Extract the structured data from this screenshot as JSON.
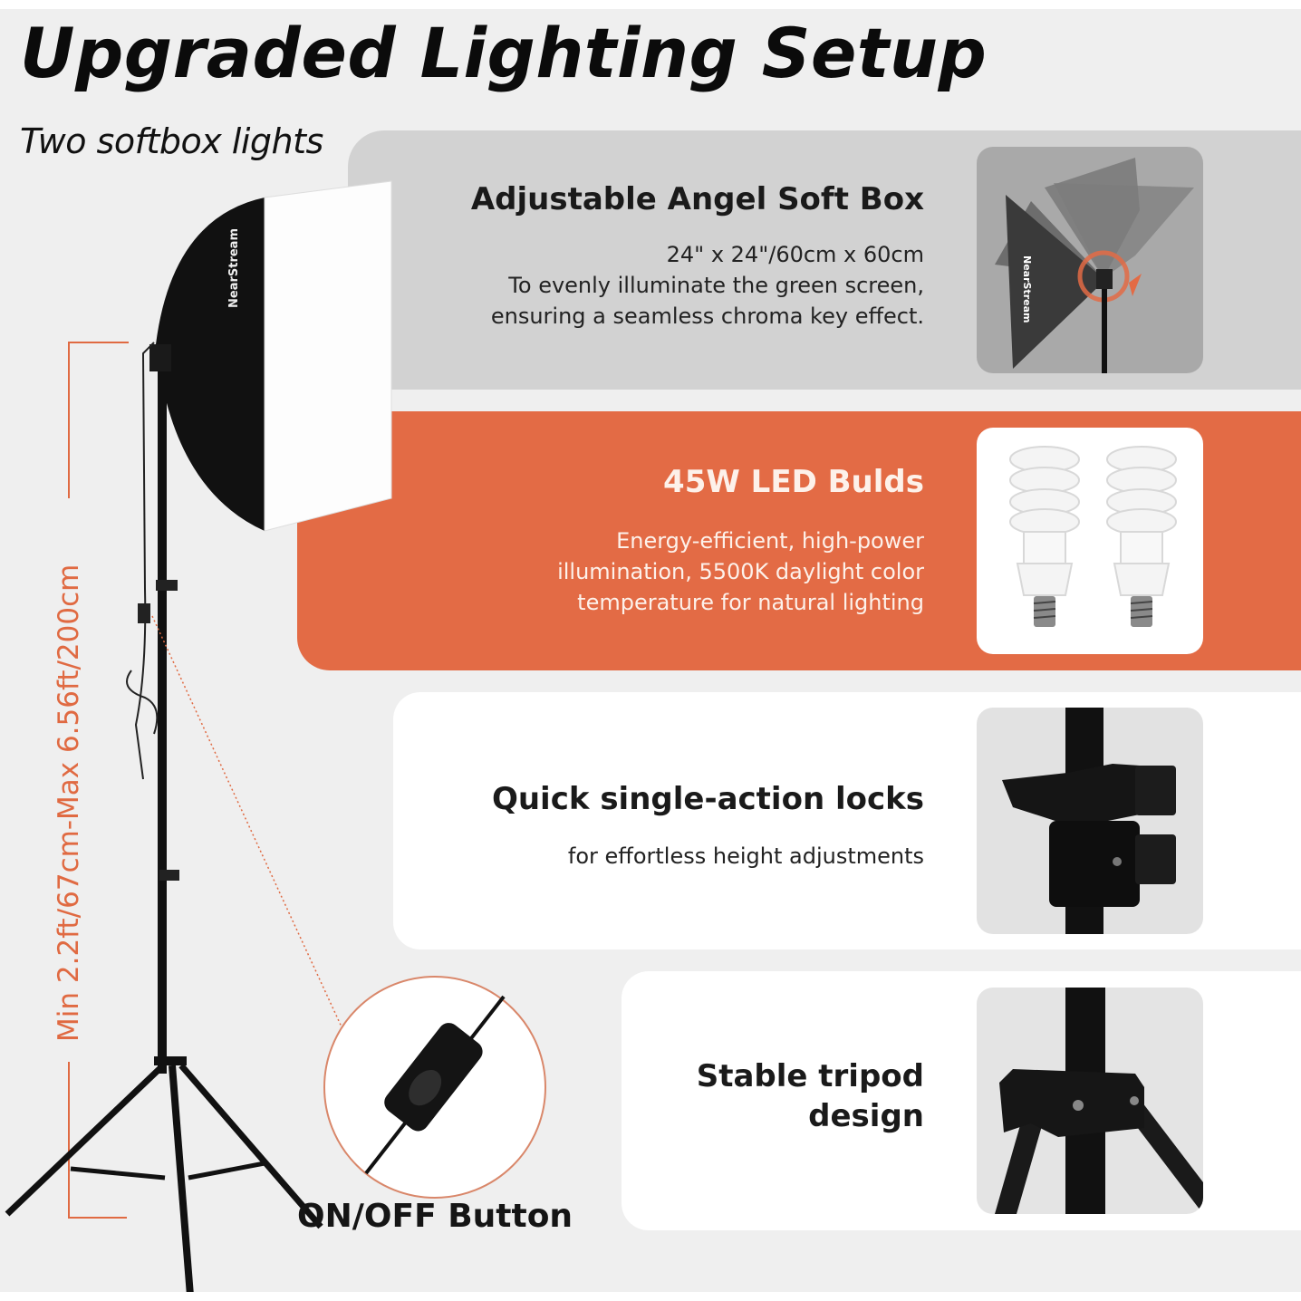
{
  "page": {
    "title": "Upgraded Lighting Setup",
    "subtitle": "Two softbox lights",
    "accent_color": "#e36b45"
  },
  "product": {
    "brand_logo_text": "NearStream",
    "height_range_label": "Min 2.2ft/67cm-Max 6.56ft/200cm",
    "switch_callout_label": "ON/OFF Button"
  },
  "features": [
    {
      "heading": "Adjustable Angel Soft Box",
      "lines": [
        "24\" x 24\"/60cm x 60cm",
        "To evenly illuminate the green screen,",
        "ensuring a seamless chroma key effect."
      ],
      "image": "rotating-softbox-illustration",
      "background": "#d2d2d2"
    },
    {
      "heading": "45W LED Bulds",
      "lines": [
        "Energy-efficient, high-power",
        "illumination,  5500K daylight color",
        "temperature for natural lighting"
      ],
      "image": "spiral-bulbs-photo",
      "background": "#e36b45"
    },
    {
      "heading": "Quick single-action locks",
      "lines": [
        "for effortless height adjustments"
      ],
      "image": "stand-lock-closeup",
      "background": "#ffffff"
    },
    {
      "heading_lines": [
        "Stable tripod",
        "design"
      ],
      "image": "tripod-joint-closeup",
      "background": "#ffffff"
    }
  ]
}
